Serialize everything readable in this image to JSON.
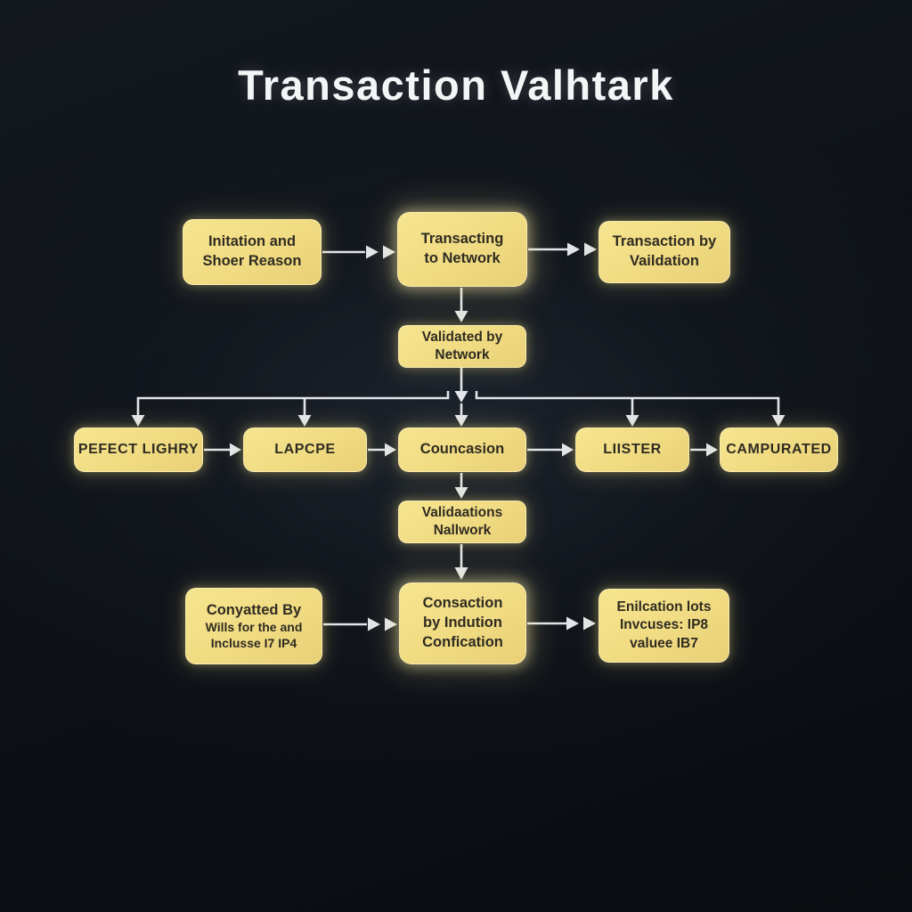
{
  "title": "Transaction Valhtark",
  "colors": {
    "background": "#0e1218",
    "node_fill": "#f0db82",
    "node_text": "#2f2b21",
    "title_color": "#f3f5f7",
    "arrow_color": "#e2e5e9"
  },
  "nodes": {
    "initiation": {
      "text": "Initation and\nShoer Reason"
    },
    "transacting": {
      "text": "Transacting\nto Network"
    },
    "transaction_by_validation": {
      "text": "Transaction by\nVaildation"
    },
    "validated_by_network": {
      "text": "Validated by\nNetwork"
    },
    "pefect_lighry": {
      "text": "PEFECT LIGHRY"
    },
    "lapcpe": {
      "text": "LAPCPE"
    },
    "councasion": {
      "text": "Councasion"
    },
    "liister": {
      "text": "LIISTER"
    },
    "campurated": {
      "text": "CAMPURATED"
    },
    "validaations": {
      "text": "Validaations\nNallwork"
    },
    "conyatted": {
      "heading": "Conyatted By",
      "body": "Wills for the and\nInclusse I7 IP4"
    },
    "consaction": {
      "text": "Consaction\nby Indution\nConfication"
    },
    "enilcation": {
      "text": "Enilcation lots\nInvcuses: IP8\nvaluee IB7"
    }
  }
}
